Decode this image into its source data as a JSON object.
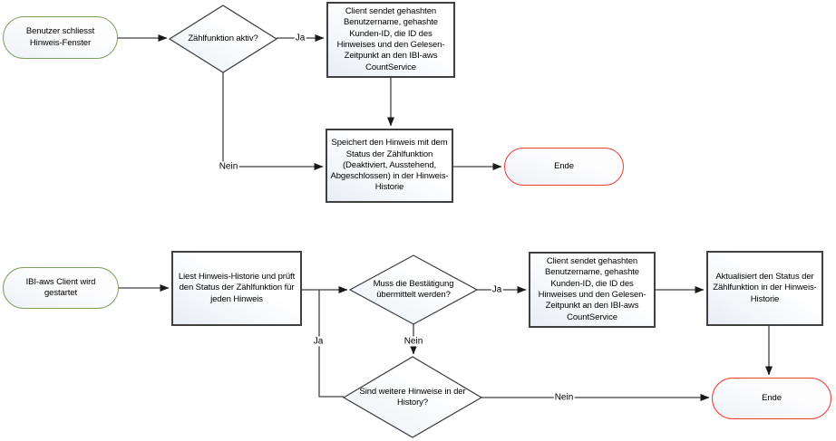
{
  "colors": {
    "start_border": "#7f9f5f",
    "end_border": "#ee3b33",
    "process_border": "#404040",
    "connector": "#404040",
    "arrowhead": "#1a1a1a",
    "shape_fill_top": "#ffffff",
    "shape_fill_shade": "#e9eef5"
  },
  "flow1": {
    "start": "Benutzer schliesst Hinweis-Fenster",
    "decision_active": "Zählfunktion aktiv?",
    "process_send": "Client sendet gehashten Benutzername, gehashte Kunden-ID, die ID des Hinweises und den Gelesen-Zeitpunkt an den IBI-aws CountService",
    "process_save": "Speichert den Hinweis mit dem Status der Zählfunktion (Deaktiviert, Ausstehend, Abgeschlossen) in der Hinweis-Historie",
    "end": "Ende",
    "label_ja": "Ja",
    "label_nein": "Nein"
  },
  "flow2": {
    "start": "IBI-aws Client wird gestartet",
    "process_read": "Liest Hinweis-Historie und prüft den Status der Zählfunktion für jeden Hinweis",
    "decision_submit": "Muss die Bestätigung übermittelt werden?",
    "process_send": "Client sendet gehashten Benutzername, gehashte Kunden-ID, die ID des Hinweises und den Gelesen-Zeitpunkt an den IBI-aws CountService",
    "process_update": "Aktualisiert den Status der Zählfunktion in der Hinweis-Historie",
    "decision_more": "Sind weitere Hinweise in der History?",
    "end": "Ende",
    "label_ja_submit": "Ja",
    "label_nein_submit": "Nein",
    "label_ja_more": "Ja",
    "label_nein_more": "Nein"
  }
}
